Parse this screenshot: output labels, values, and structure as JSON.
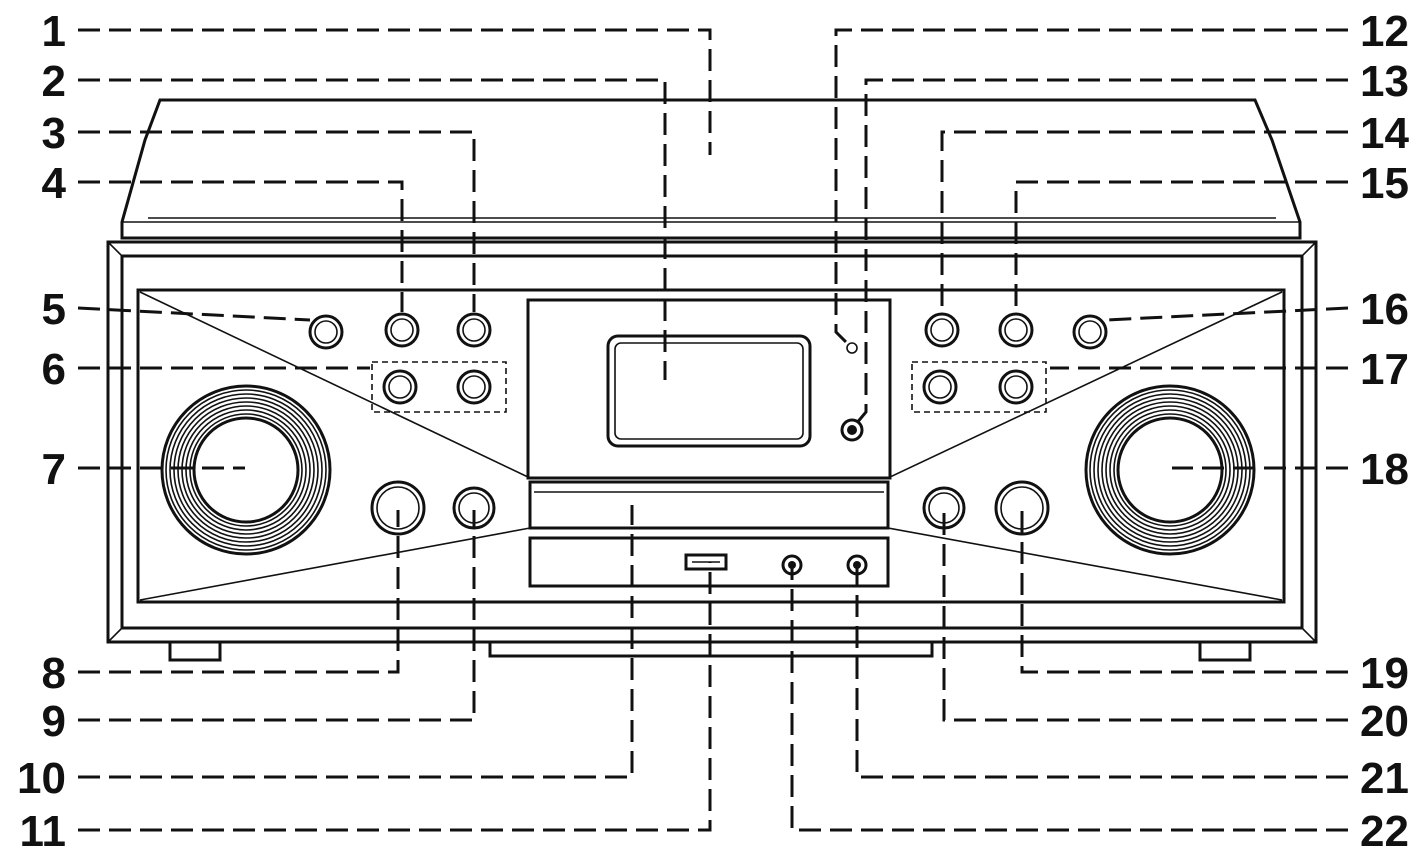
{
  "figure": {
    "callouts": [
      {
        "id": 1,
        "label": "1",
        "side": "left"
      },
      {
        "id": 2,
        "label": "2",
        "side": "left"
      },
      {
        "id": 3,
        "label": "3",
        "side": "left"
      },
      {
        "id": 4,
        "label": "4",
        "side": "left"
      },
      {
        "id": 5,
        "label": "5",
        "side": "left"
      },
      {
        "id": 6,
        "label": "6",
        "side": "left"
      },
      {
        "id": 7,
        "label": "7",
        "side": "left"
      },
      {
        "id": 8,
        "label": "8",
        "side": "left"
      },
      {
        "id": 9,
        "label": "9",
        "side": "left"
      },
      {
        "id": 10,
        "label": "10",
        "side": "left"
      },
      {
        "id": 11,
        "label": "11",
        "side": "left"
      },
      {
        "id": 12,
        "label": "12",
        "side": "right"
      },
      {
        "id": 13,
        "label": "13",
        "side": "right"
      },
      {
        "id": 14,
        "label": "14",
        "side": "right"
      },
      {
        "id": 15,
        "label": "15",
        "side": "right"
      },
      {
        "id": 16,
        "label": "16",
        "side": "right"
      },
      {
        "id": 17,
        "label": "17",
        "side": "right"
      },
      {
        "id": 18,
        "label": "18",
        "side": "right"
      },
      {
        "id": 19,
        "label": "19",
        "side": "right"
      },
      {
        "id": 20,
        "label": "20",
        "side": "right"
      },
      {
        "id": 21,
        "label": "21",
        "side": "right"
      },
      {
        "id": 22,
        "label": "22",
        "side": "right"
      }
    ],
    "line_color": "#111111",
    "background": "#ffffff"
  }
}
